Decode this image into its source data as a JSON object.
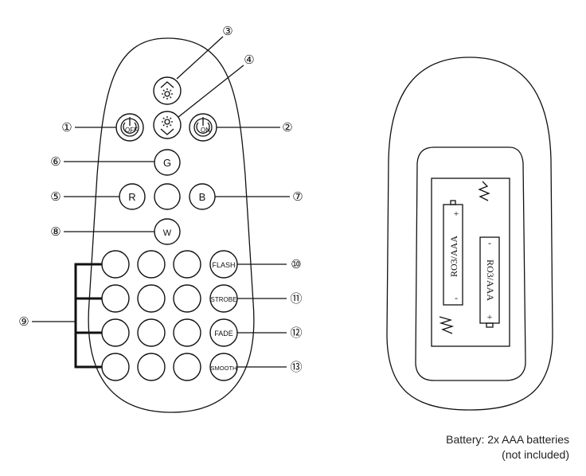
{
  "callouts": {
    "n1": "①",
    "n2": "②",
    "n3": "③",
    "n4": "④",
    "n5": "⑤",
    "n6": "⑥",
    "n7": "⑦",
    "n8": "⑧",
    "n9": "⑨",
    "n10": "⑩",
    "n11": "⑪",
    "n12": "⑫",
    "n13": "⑬"
  },
  "buttons": {
    "off": "OFF",
    "on": "ON",
    "g": "G",
    "r": "R",
    "b": "B",
    "w": "W",
    "flash": "FLASH",
    "strobe": "STROBE",
    "fade": "FADE",
    "smooth": "SMOOTH"
  },
  "battery_bay": {
    "cell_label": "RO3/AAA",
    "plus": "+",
    "minus": "-"
  },
  "caption": {
    "line1": "Battery: 2x AAA batteries",
    "line2": "(not included)"
  }
}
